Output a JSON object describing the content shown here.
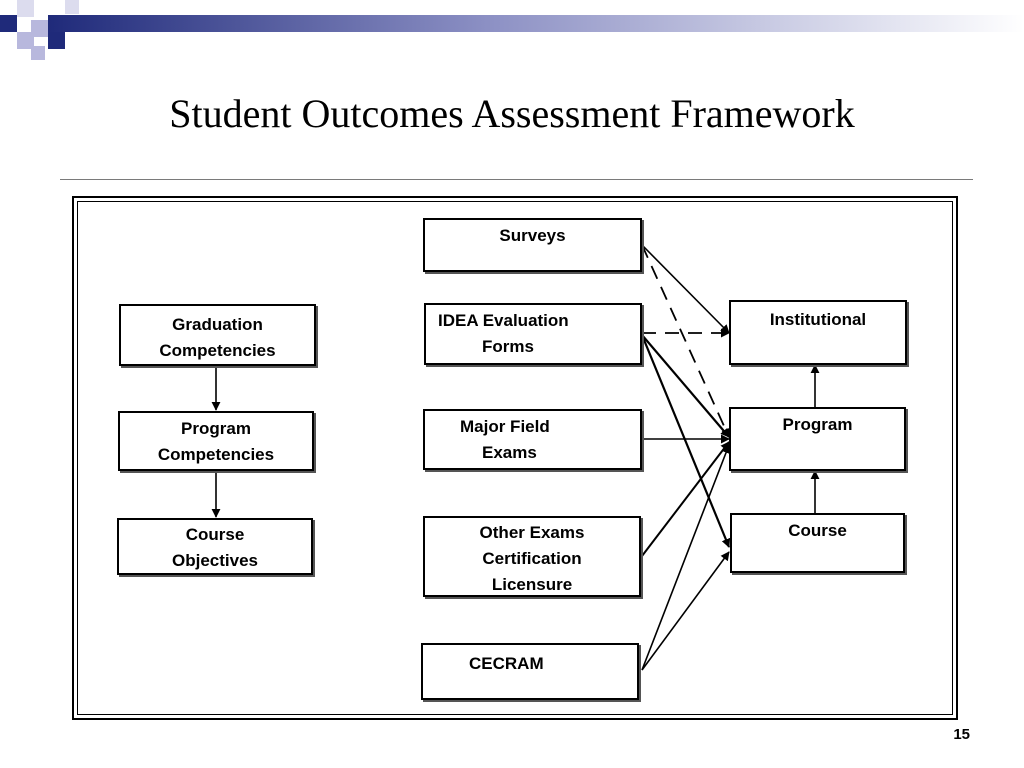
{
  "slide": {
    "title": "Student Outcomes Assessment Framework",
    "page_number": "15"
  },
  "colors": {
    "deco_navy": "#1f2a7a",
    "deco_lavender": "#b8b8dd",
    "deco_light": "#dcdcee",
    "line": "#000000"
  },
  "nodes": {
    "graduation_competencies": {
      "line1": "Graduation",
      "line2": "Competencies"
    },
    "program_competencies": {
      "line1": "Program",
      "line2": "Competencies"
    },
    "course_objectives": {
      "line1": "Course",
      "line2": "Objectives"
    },
    "surveys": {
      "line1": "Surveys"
    },
    "idea_evaluation_forms": {
      "line1": "IDEA Evaluation",
      "line2": "Forms"
    },
    "major_field_exams": {
      "line1": "Major Field",
      "line2": "Exams"
    },
    "other_exams": {
      "line1": "Other Exams",
      "line2": "Certification",
      "line3": "Licensure"
    },
    "cecram": {
      "line1": "CECRAM"
    },
    "institutional": {
      "line1": "Institutional"
    },
    "program": {
      "line1": "Program"
    },
    "course": {
      "line1": "Course"
    }
  },
  "edges": [
    {
      "from": "Graduation Competencies",
      "to": "Program Competencies",
      "style": "solid"
    },
    {
      "from": "Program Competencies",
      "to": "Course Objectives",
      "style": "solid"
    },
    {
      "from": "Surveys",
      "to": "Institutional",
      "style": "solid"
    },
    {
      "from": "Surveys",
      "to": "Program",
      "style": "dashed"
    },
    {
      "from": "IDEA Evaluation Forms",
      "to": "Institutional",
      "style": "dashed"
    },
    {
      "from": "IDEA Evaluation Forms",
      "to": "Program",
      "style": "solid"
    },
    {
      "from": "IDEA Evaluation Forms",
      "to": "Course",
      "style": "solid"
    },
    {
      "from": "Major Field Exams",
      "to": "Program",
      "style": "solid"
    },
    {
      "from": "Other Exams Certification Licensure",
      "to": "Program",
      "style": "solid"
    },
    {
      "from": "CECRAM",
      "to": "Program",
      "style": "solid"
    },
    {
      "from": "CECRAM",
      "to": "Course",
      "style": "solid"
    },
    {
      "from": "Program",
      "to": "Institutional",
      "style": "solid"
    },
    {
      "from": "Course",
      "to": "Program",
      "style": "solid"
    }
  ]
}
